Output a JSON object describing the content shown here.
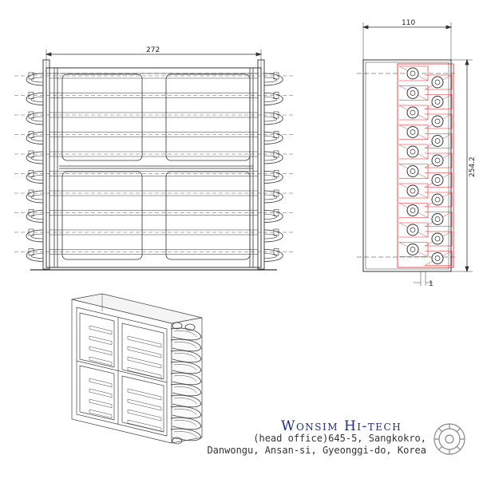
{
  "front_view": {
    "width_label": "272"
  },
  "side_view": {
    "depth_label": "110",
    "height_label": "254.2",
    "offset_label": "1"
  },
  "company": {
    "name": "Wonsim Hi-tech",
    "address_line1": "(head office)645-5,  Sangkokro,",
    "address_line2": "Danwongu, Ansan-si, Gyeonggi-do, Korea"
  },
  "colors": {
    "line": "#333333",
    "coil_highlight": "#e02020",
    "brand": "#1f2f7a"
  },
  "icons": {
    "logo": "gear-logo-icon"
  }
}
